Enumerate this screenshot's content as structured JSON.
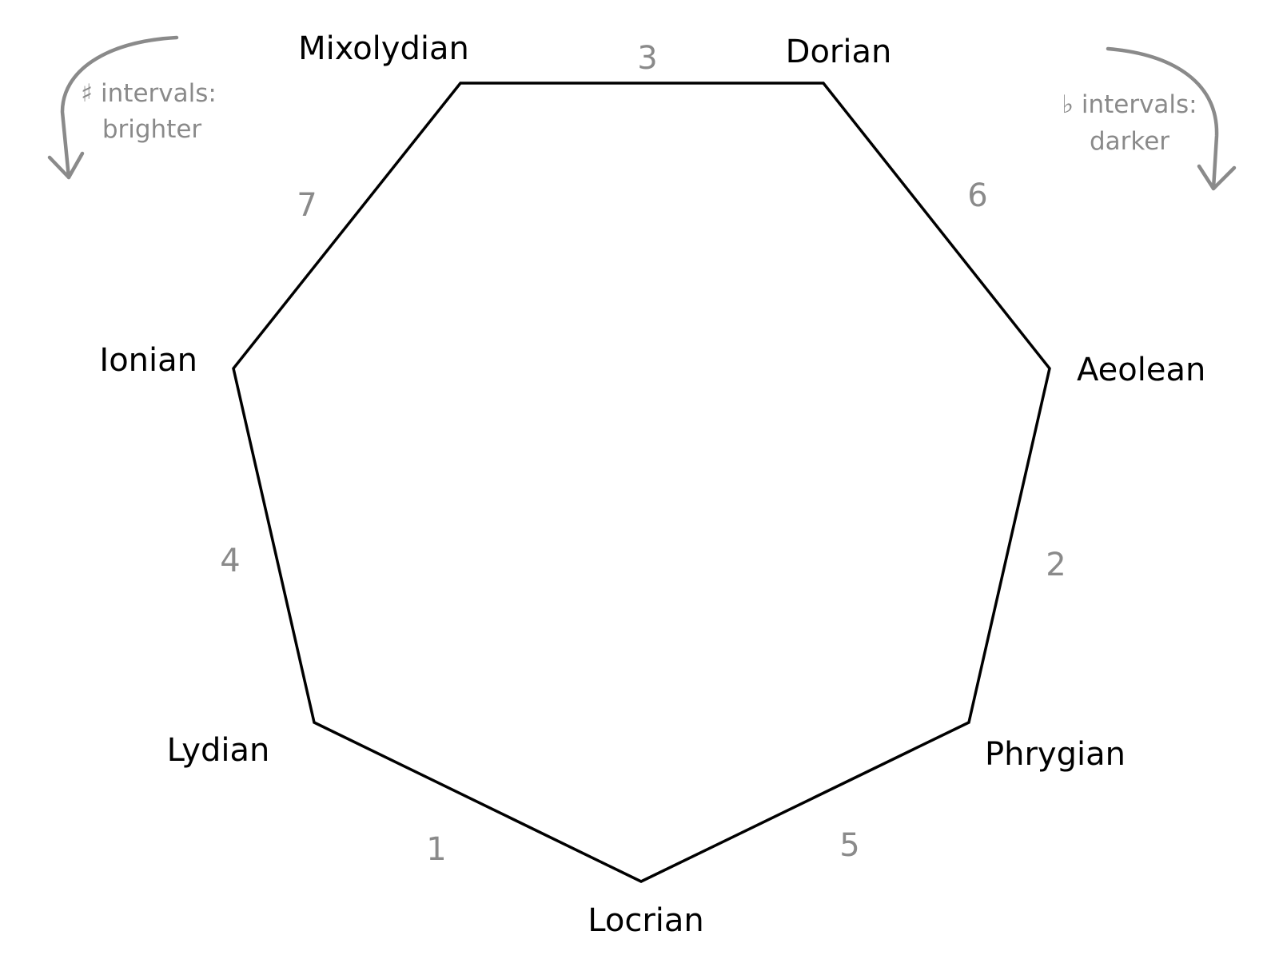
{
  "modes": {
    "mixolydian": "Mixolydian",
    "dorian": "Dorian",
    "aeolean": "Aeolean",
    "phrygian": "Phrygian",
    "locrian": "Locrian",
    "lydian": "Lydian",
    "ionian": "Ionian"
  },
  "intervals": {
    "mixolydian_dorian": "3",
    "dorian_aeolean": "6",
    "aeolean_phrygian": "2",
    "phrygian_locrian": "5",
    "locrian_lydian": "1",
    "lydian_ionian": "4",
    "ionian_mixolydian": "7"
  },
  "notes": {
    "sharp": {
      "line1": "♯ intervals:",
      "line2": "brighter"
    },
    "flat": {
      "line1": "♭ intervals:",
      "line2": "darker"
    }
  },
  "colors": {
    "outline": "#000000",
    "mode_text": "#000000",
    "annotation": "#8a8a8a"
  }
}
